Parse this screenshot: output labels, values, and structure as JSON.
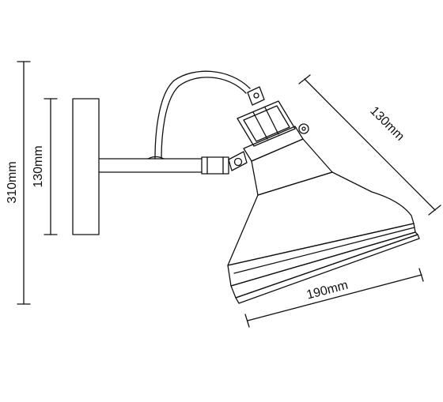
{
  "dimensions": {
    "total_height": "310mm",
    "plate_height": "130mm",
    "shade_depth": "130mm",
    "shade_diameter": "190mm"
  },
  "colors": {
    "stroke": "#111111",
    "background": "#ffffff"
  }
}
